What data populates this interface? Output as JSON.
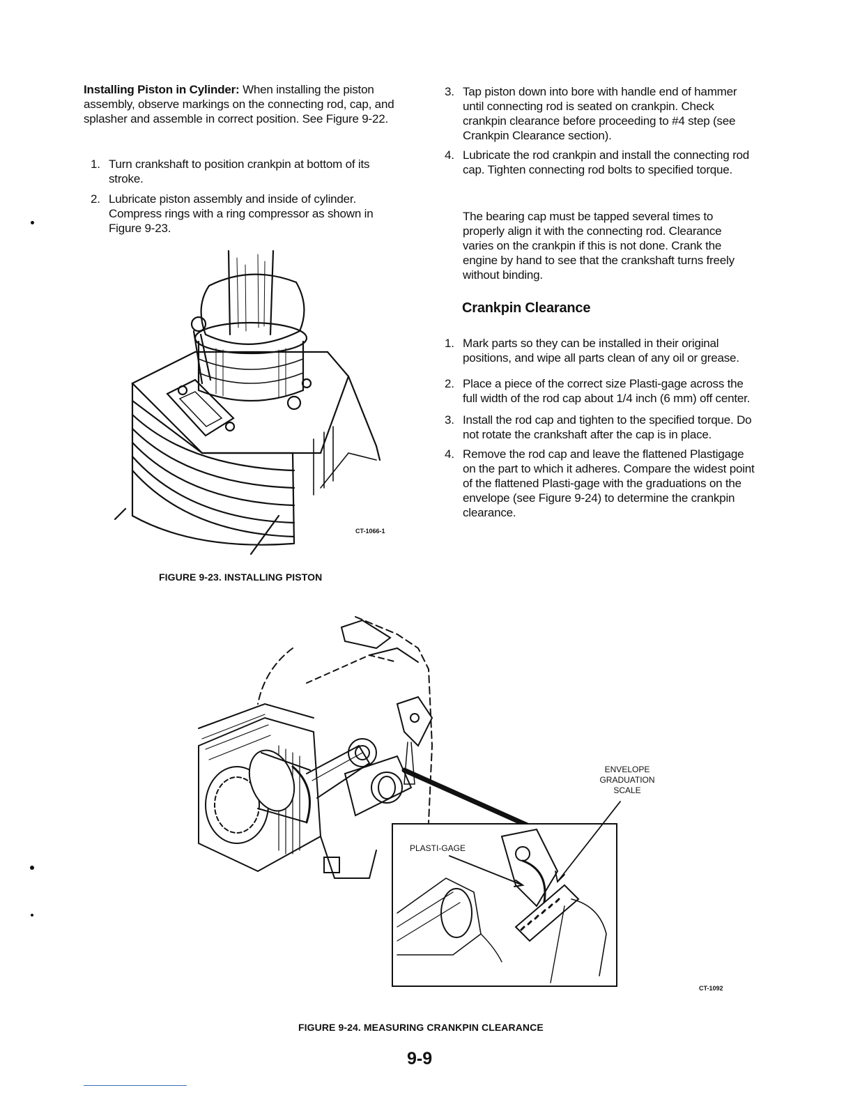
{
  "left_column": {
    "lead_title": "Installing Piston in Cylinder:",
    "lead_text": "When installing the piston assembly, observe markings on the connecting rod, cap, and splasher and assemble in correct position. See Figure 9-22.",
    "steps": [
      {
        "num": "1.",
        "text": "Turn crankshaft to position crankpin at bottom of its stroke."
      },
      {
        "num": "2.",
        "text": "Lubricate piston assembly and inside of cylinder. Compress rings with a ring compressor as shown in Figure 9-23."
      }
    ]
  },
  "figure_23": {
    "code": "CT-1066-1",
    "caption": "FIGURE 9-23. INSTALLING PISTON"
  },
  "right_column": {
    "steps": [
      {
        "num": "3.",
        "text": "Tap piston down into bore with handle end of hammer until connecting rod is seated on crankpin. Check crankpin clearance before proceeding to #4 step (see Crankpin Clearance section)."
      },
      {
        "num": "4.",
        "text": "Lubricate the rod crankpin and install the connecting rod cap. Tighten connecting rod bolts to specified torque."
      }
    ],
    "note": "The bearing cap must be tapped several times to properly align it with the connecting rod. Clearance varies on the crankpin if this is not done. Crank the engine by hand to see that the crankshaft turns freely without binding.",
    "section_heading": "Crankpin Clearance",
    "clearance_steps": [
      {
        "num": "1.",
        "text": "Mark parts so they can be installed in their original positions, and wipe all parts clean of any oil or grease."
      },
      {
        "num": "2.",
        "text": "Place a piece of the correct size Plasti-gage across the full width of the rod cap about 1/4 inch (6 mm) off center."
      },
      {
        "num": "3.",
        "text": "Install the rod cap and tighten to the specified torque. Do not rotate the crankshaft after the cap is in place."
      },
      {
        "num": "4.",
        "text": "Remove the rod cap and leave the flattened Plastigage on the part to which it adheres. Compare the widest point of the flattened Plasti-gage with the graduations on the envelope (see Figure 9-24) to determine the crankpin clearance."
      }
    ]
  },
  "figure_24": {
    "callout_envelope": [
      "ENVELOPE",
      "GRADUATION",
      "SCALE"
    ],
    "callout_plastigage": "PLASTI-GAGE",
    "code": "CT-1092",
    "caption": "FIGURE 9-24. MEASURING CRANKPIN CLEARANCE"
  },
  "page_number": "9-9"
}
